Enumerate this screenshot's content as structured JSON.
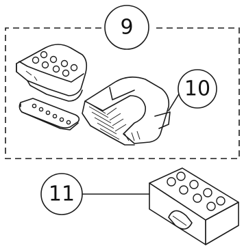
{
  "callouts": [
    {
      "id": "9",
      "label": "9"
    },
    {
      "id": "10",
      "label": "10"
    },
    {
      "id": "11",
      "label": "11"
    }
  ],
  "colors": {
    "line": "#1a1a1a",
    "background": "#ffffff"
  }
}
